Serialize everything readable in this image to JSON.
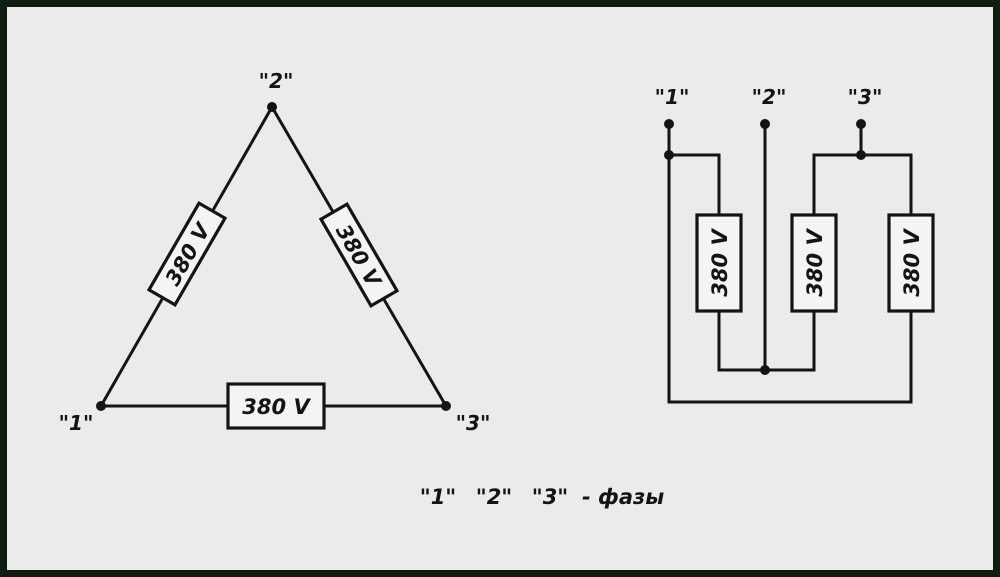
{
  "delta": {
    "node_labels": [
      "\"1\"",
      "\"2\"",
      "\"3\""
    ],
    "resistor_labels": [
      "380 V",
      "380 V",
      "380 V"
    ]
  },
  "parallel": {
    "terminal_labels": [
      "\"1\"",
      "\"2\"",
      "\"3\""
    ],
    "resistor_labels": [
      "380 V",
      "380 V",
      "380 V"
    ]
  },
  "legend": {
    "phases": [
      "\"1\"",
      "\"2\"",
      "\"3\""
    ],
    "text": "- фазы"
  },
  "colors": {
    "line": "#141414",
    "background": "#ebebeb",
    "border": "#0f1d12"
  }
}
